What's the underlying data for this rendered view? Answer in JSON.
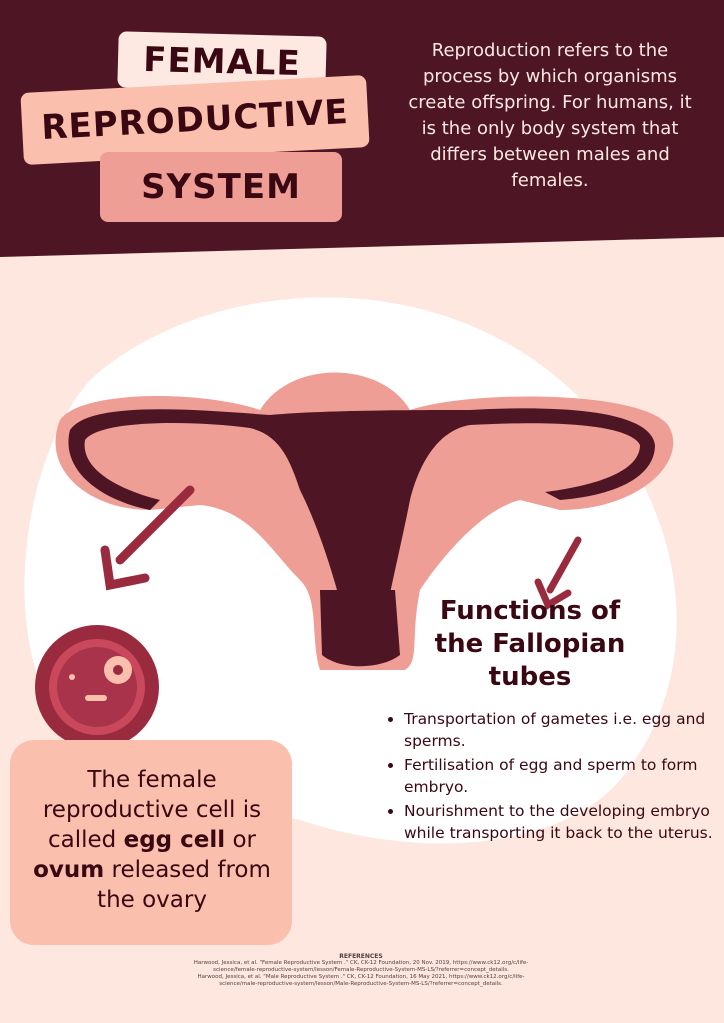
{
  "title": {
    "line1": "FEMALE",
    "line2": "REPRODUCTIVE",
    "line3": "SYSTEM"
  },
  "intro": "Reproduction refers to the process by which organisms create offspring. For humans, it is the only body system that differs between males and females.",
  "functions": {
    "title": "Functions of the Fallopian tubes",
    "items": [
      "Transportation of gametes i.e. egg and sperms.",
      "Fertilisation of egg and sperm to form embryo.",
      "Nourishment to the developing embryo while transporting it back to the uterus."
    ]
  },
  "egg": {
    "pre": "The female reproductive cell is called ",
    "b1": "egg cell",
    "mid": " or ",
    "b2": "ovum",
    "post": " released from the ovary"
  },
  "references": {
    "heading": "REFERENCES",
    "items": [
      "Harwood, Jessica, et al. \"Female Reproductive System .\" CK, CK-12 Foundation, 20 Nov. 2019, https://www.ck12.org/c/life-science/female-reproductive-system/lesson/Female-Reproductive-System-MS-LS/?referrer=concept_details.",
      "Harwood, Jessica, et al. \"Male Reproductive System .\" CK, CK-12 Foundation, 16 May 2021, https://www.ck12.org/c/life-science/male-reproductive-system/lesson/Male-Reproductive-System-MS-LS/?referrer=concept_details."
    ]
  },
  "colors": {
    "dark": "#4e1524",
    "pink": "#fbbfad",
    "salmon": "#ee9e95",
    "bg": "#fde7df"
  }
}
